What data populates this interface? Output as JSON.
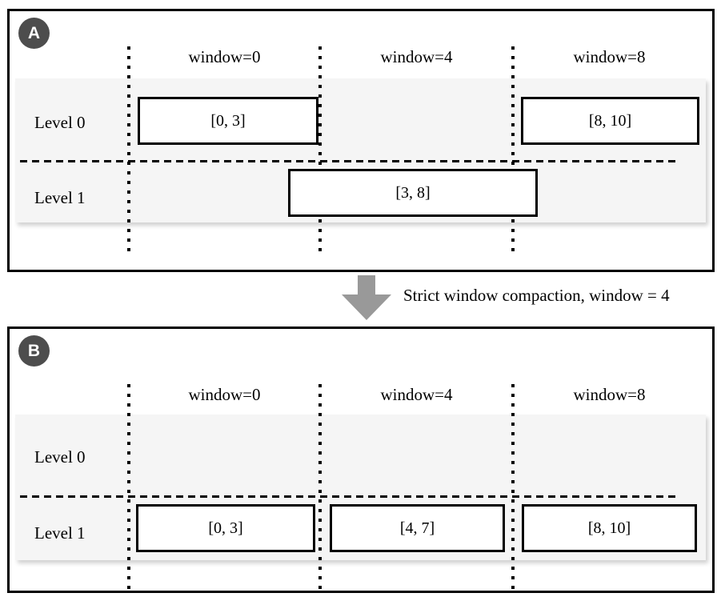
{
  "colors": {
    "badge": "#4d4d4d",
    "badge_text": "#ffffff",
    "band": "#f5f5f5",
    "arrow": "#999999",
    "line": "#000000"
  },
  "arrow_label": "Strict window compaction, window = 4",
  "panels": [
    {
      "badge": "A",
      "columns": [
        {
          "label": "window=0"
        },
        {
          "label": "window=4"
        },
        {
          "label": "window=8"
        }
      ],
      "levels": [
        {
          "label": "Level 0"
        },
        {
          "label": "Level 1"
        }
      ],
      "boxes": [
        {
          "label": "[0, 3]",
          "level": "Level 0",
          "window": "window=0"
        },
        {
          "label": "[8, 10]",
          "level": "Level 0",
          "window": "window=8"
        },
        {
          "label": "[3, 8]",
          "level": "Level 1",
          "window": "spans window=0 through window=8"
        }
      ]
    },
    {
      "badge": "B",
      "columns": [
        {
          "label": "window=0"
        },
        {
          "label": "window=4"
        },
        {
          "label": "window=8"
        }
      ],
      "levels": [
        {
          "label": "Level 0"
        },
        {
          "label": "Level 1"
        }
      ],
      "boxes": [
        {
          "label": "[0, 3]",
          "level": "Level 1",
          "window": "window=0"
        },
        {
          "label": "[4, 7]",
          "level": "Level 1",
          "window": "window=4"
        },
        {
          "label": "[8, 10]",
          "level": "Level 1",
          "window": "window=8"
        }
      ]
    }
  ]
}
